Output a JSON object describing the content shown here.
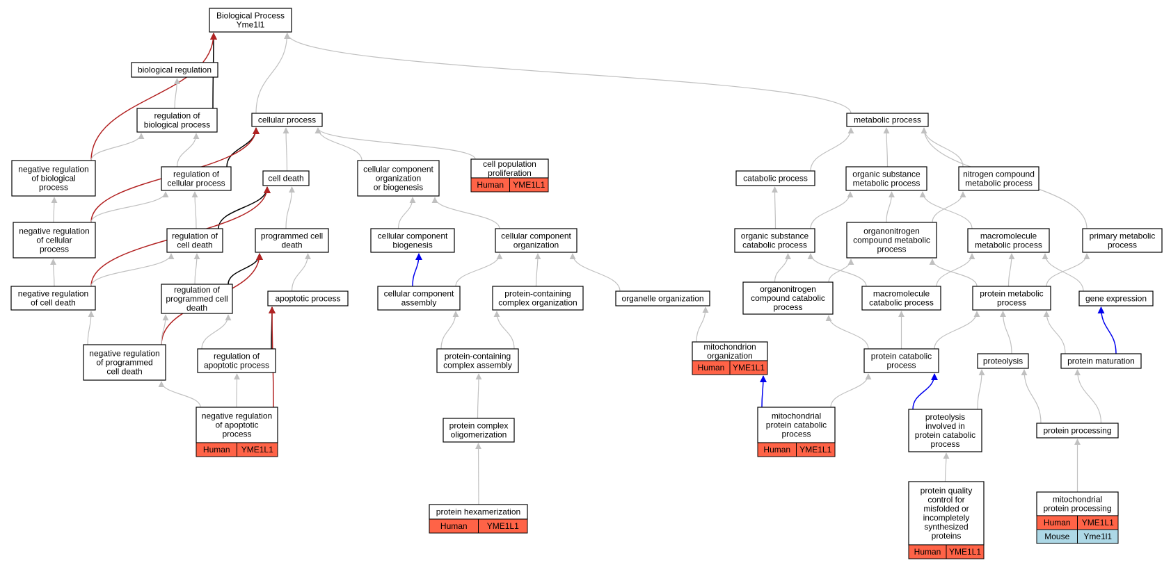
{
  "colors": {
    "edge_gray": "#c0c0c0",
    "edge_black": "#000000",
    "edge_red": "#b22222",
    "edge_blue": "#0000ee",
    "human_tag": "#ff6347",
    "mouse_tag": "#add8e6"
  },
  "nodes": [
    {
      "id": "bp",
      "lines": [
        "Biological Process",
        "Yme1l1"
      ]
    },
    {
      "id": "bioreg",
      "lines": [
        "biological regulation"
      ]
    },
    {
      "id": "regbio",
      "lines": [
        "regulation of",
        "biological process"
      ]
    },
    {
      "id": "cellproc",
      "lines": [
        "cellular process"
      ]
    },
    {
      "id": "metab",
      "lines": [
        "metabolic process"
      ]
    },
    {
      "id": "negbio",
      "lines": [
        "negative regulation",
        "of biological",
        "process"
      ]
    },
    {
      "id": "regcell",
      "lines": [
        "regulation of",
        "cellular process"
      ]
    },
    {
      "id": "celldeath",
      "lines": [
        "cell death"
      ]
    },
    {
      "id": "ccob",
      "lines": [
        "cellular component",
        "organization",
        "or biogenesis"
      ]
    },
    {
      "id": "cellpop",
      "lines": [
        "cell population",
        "proliferation"
      ],
      "tags": [
        {
          "species": "Human",
          "gene": "YME1L1"
        }
      ]
    },
    {
      "id": "catab",
      "lines": [
        "catabolic process"
      ]
    },
    {
      "id": "osmp",
      "lines": [
        "organic substance",
        "metabolic process"
      ]
    },
    {
      "id": "ncmp",
      "lines": [
        "nitrogen compound",
        "metabolic process"
      ]
    },
    {
      "id": "negcell",
      "lines": [
        "negative regulation",
        "of cellular",
        "process"
      ]
    },
    {
      "id": "regcd",
      "lines": [
        "regulation of",
        "cell death"
      ]
    },
    {
      "id": "pcd",
      "lines": [
        "programmed cell",
        "death"
      ]
    },
    {
      "id": "ccb",
      "lines": [
        "cellular component",
        "biogenesis"
      ]
    },
    {
      "id": "cco",
      "lines": [
        "cellular component",
        "organization"
      ]
    },
    {
      "id": "oscp",
      "lines": [
        "organic substance",
        "catabolic process"
      ]
    },
    {
      "id": "oncmp",
      "lines": [
        "organonitrogen",
        "compound metabolic",
        "process"
      ]
    },
    {
      "id": "mmp",
      "lines": [
        "macromolecule",
        "metabolic process"
      ]
    },
    {
      "id": "pmp",
      "lines": [
        "primary metabolic",
        "process"
      ]
    },
    {
      "id": "negcd",
      "lines": [
        "negative regulation",
        "of cell death"
      ]
    },
    {
      "id": "regpcd",
      "lines": [
        "regulation of",
        "programmed cell",
        "death"
      ]
    },
    {
      "id": "apop",
      "lines": [
        "apoptotic process"
      ]
    },
    {
      "id": "cca",
      "lines": [
        "cellular component",
        "assembly"
      ]
    },
    {
      "id": "pcco",
      "lines": [
        "protein-containing",
        "complex organization"
      ]
    },
    {
      "id": "orgorg",
      "lines": [
        "organelle organization"
      ]
    },
    {
      "id": "onccp",
      "lines": [
        "organonitrogen",
        "compound catabolic",
        "process"
      ]
    },
    {
      "id": "mcp",
      "lines": [
        "macromolecule",
        "catabolic process"
      ]
    },
    {
      "id": "protmp",
      "lines": [
        "protein metabolic",
        "process"
      ]
    },
    {
      "id": "geneexp",
      "lines": [
        "gene expression"
      ]
    },
    {
      "id": "negpcd",
      "lines": [
        "negative regulation",
        "of programmed",
        "cell death"
      ]
    },
    {
      "id": "regap",
      "lines": [
        "regulation of",
        "apoptotic process"
      ]
    },
    {
      "id": "pcca",
      "lines": [
        "protein-containing",
        "complex assembly"
      ]
    },
    {
      "id": "mitoorg",
      "lines": [
        "mitochondrion",
        "organization"
      ],
      "tags": [
        {
          "species": "Human",
          "gene": "YME1L1"
        }
      ]
    },
    {
      "id": "pcp",
      "lines": [
        "protein catabolic",
        "process"
      ]
    },
    {
      "id": "proteolysis",
      "lines": [
        "proteolysis"
      ]
    },
    {
      "id": "protmat",
      "lines": [
        "protein maturation"
      ]
    },
    {
      "id": "negap",
      "lines": [
        "negative regulation",
        "of apoptotic",
        "process"
      ],
      "tags": [
        {
          "species": "Human",
          "gene": "YME1L1"
        }
      ]
    },
    {
      "id": "pco",
      "lines": [
        "protein complex",
        "oligomerization"
      ]
    },
    {
      "id": "mpcp",
      "lines": [
        "mitochondrial",
        "protein catabolic",
        "process"
      ],
      "tags": [
        {
          "species": "Human",
          "gene": "YME1L1"
        }
      ]
    },
    {
      "id": "pipcp",
      "lines": [
        "proteolysis",
        "involved in",
        "protein catabolic",
        "process"
      ]
    },
    {
      "id": "protproc",
      "lines": [
        "protein processing"
      ]
    },
    {
      "id": "phex",
      "lines": [
        "protein hexamerization"
      ],
      "tags": [
        {
          "species": "Human",
          "gene": "YME1L1"
        }
      ]
    },
    {
      "id": "pqc",
      "lines": [
        "protein quality",
        "control for",
        "misfolded or",
        "incompletely",
        "synthesized",
        "proteins"
      ],
      "tags": [
        {
          "species": "Human",
          "gene": "YME1L1"
        }
      ]
    },
    {
      "id": "mpp",
      "lines": [
        "mitochondrial",
        "protein processing"
      ],
      "tags": [
        {
          "species": "Human",
          "gene": "YME1L1"
        },
        {
          "species": "Mouse",
          "gene": "Yme1l1"
        }
      ]
    }
  ],
  "edges": [
    {
      "from": "bioreg",
      "to": "bp",
      "kind": "gray"
    },
    {
      "from": "regbio",
      "to": "bp",
      "kind": "black"
    },
    {
      "from": "negbio",
      "to": "bp",
      "kind": "red"
    },
    {
      "from": "cellproc",
      "to": "bp",
      "kind": "gray"
    },
    {
      "from": "metab",
      "to": "bp",
      "kind": "gray"
    },
    {
      "from": "regbio",
      "to": "bioreg",
      "kind": "gray"
    },
    {
      "from": "negbio",
      "to": "regbio",
      "kind": "gray"
    },
    {
      "from": "regcell",
      "to": "regbio",
      "kind": "gray"
    },
    {
      "from": "regcell",
      "to": "cellproc",
      "kind": "black"
    },
    {
      "from": "negcell",
      "to": "cellproc",
      "kind": "red"
    },
    {
      "from": "celldeath",
      "to": "cellproc",
      "kind": "gray"
    },
    {
      "from": "ccob",
      "to": "cellproc",
      "kind": "gray"
    },
    {
      "from": "cellpop",
      "to": "cellproc",
      "kind": "gray"
    },
    {
      "from": "negcell",
      "to": "regcell",
      "kind": "gray"
    },
    {
      "from": "regcd",
      "to": "regcell",
      "kind": "gray"
    },
    {
      "from": "regcd",
      "to": "celldeath",
      "kind": "black"
    },
    {
      "from": "negcd",
      "to": "celldeath",
      "kind": "red"
    },
    {
      "from": "pcd",
      "to": "celldeath",
      "kind": "gray"
    },
    {
      "from": "ccb",
      "to": "ccob",
      "kind": "gray"
    },
    {
      "from": "cco",
      "to": "ccob",
      "kind": "gray"
    },
    {
      "from": "negcell",
      "to": "negbio",
      "kind": "gray"
    },
    {
      "from": "negcd",
      "to": "negcell",
      "kind": "gray"
    },
    {
      "from": "negcd",
      "to": "regcd",
      "kind": "gray"
    },
    {
      "from": "regpcd",
      "to": "regcd",
      "kind": "gray"
    },
    {
      "from": "regpcd",
      "to": "pcd",
      "kind": "black"
    },
    {
      "from": "negpcd",
      "to": "pcd",
      "kind": "red"
    },
    {
      "from": "apop",
      "to": "pcd",
      "kind": "gray"
    },
    {
      "from": "negpcd",
      "to": "negcd",
      "kind": "gray"
    },
    {
      "from": "negpcd",
      "to": "regpcd",
      "kind": "gray"
    },
    {
      "from": "regap",
      "to": "regpcd",
      "kind": "gray"
    },
    {
      "from": "regap",
      "to": "apop",
      "kind": "black"
    },
    {
      "from": "negap",
      "to": "apop",
      "kind": "red"
    },
    {
      "from": "negap",
      "to": "negpcd",
      "kind": "gray"
    },
    {
      "from": "negap",
      "to": "regap",
      "kind": "gray"
    },
    {
      "from": "cca",
      "to": "ccb",
      "kind": "blue"
    },
    {
      "from": "cca",
      "to": "cco",
      "kind": "gray"
    },
    {
      "from": "pcco",
      "to": "cco",
      "kind": "gray"
    },
    {
      "from": "orgorg",
      "to": "cco",
      "kind": "gray"
    },
    {
      "from": "pcca",
      "to": "cca",
      "kind": "gray"
    },
    {
      "from": "pcca",
      "to": "pcco",
      "kind": "gray"
    },
    {
      "from": "pco",
      "to": "pcca",
      "kind": "gray"
    },
    {
      "from": "phex",
      "to": "pco",
      "kind": "gray"
    },
    {
      "from": "mitoorg",
      "to": "orgorg",
      "kind": "gray"
    },
    {
      "from": "mpcp",
      "to": "mitoorg",
      "kind": "blue"
    },
    {
      "from": "mpcp",
      "to": "pcp",
      "kind": "gray"
    },
    {
      "from": "catab",
      "to": "metab",
      "kind": "gray"
    },
    {
      "from": "osmp",
      "to": "metab",
      "kind": "gray"
    },
    {
      "from": "ncmp",
      "to": "metab",
      "kind": "gray"
    },
    {
      "from": "pmp",
      "to": "metab",
      "kind": "gray"
    },
    {
      "from": "oscp",
      "to": "catab",
      "kind": "gray"
    },
    {
      "from": "oscp",
      "to": "osmp",
      "kind": "gray"
    },
    {
      "from": "oncmp",
      "to": "osmp",
      "kind": "gray"
    },
    {
      "from": "oncmp",
      "to": "ncmp",
      "kind": "gray"
    },
    {
      "from": "mmp",
      "to": "osmp",
      "kind": "gray"
    },
    {
      "from": "onccp",
      "to": "oscp",
      "kind": "gray"
    },
    {
      "from": "mcp",
      "to": "oscp",
      "kind": "gray"
    },
    {
      "from": "onccp",
      "to": "oncmp",
      "kind": "gray"
    },
    {
      "from": "protmp",
      "to": "oncmp",
      "kind": "gray"
    },
    {
      "from": "mcp",
      "to": "mmp",
      "kind": "gray"
    },
    {
      "from": "protmp",
      "to": "mmp",
      "kind": "gray"
    },
    {
      "from": "geneexp",
      "to": "mmp",
      "kind": "gray"
    },
    {
      "from": "protmp",
      "to": "pmp",
      "kind": "gray"
    },
    {
      "from": "pcp",
      "to": "onccp",
      "kind": "gray"
    },
    {
      "from": "pcp",
      "to": "mcp",
      "kind": "gray"
    },
    {
      "from": "pcp",
      "to": "protmp",
      "kind": "gray"
    },
    {
      "from": "proteolysis",
      "to": "protmp",
      "kind": "gray"
    },
    {
      "from": "protmat",
      "to": "protmp",
      "kind": "gray"
    },
    {
      "from": "protmat",
      "to": "geneexp",
      "kind": "blue"
    },
    {
      "from": "pipcp",
      "to": "pcp",
      "kind": "blue"
    },
    {
      "from": "pipcp",
      "to": "proteolysis",
      "kind": "gray"
    },
    {
      "from": "protproc",
      "to": "proteolysis",
      "kind": "gray"
    },
    {
      "from": "protproc",
      "to": "protmat",
      "kind": "gray"
    },
    {
      "from": "pqc",
      "to": "pipcp",
      "kind": "gray"
    },
    {
      "from": "mpp",
      "to": "protproc",
      "kind": "gray"
    }
  ]
}
